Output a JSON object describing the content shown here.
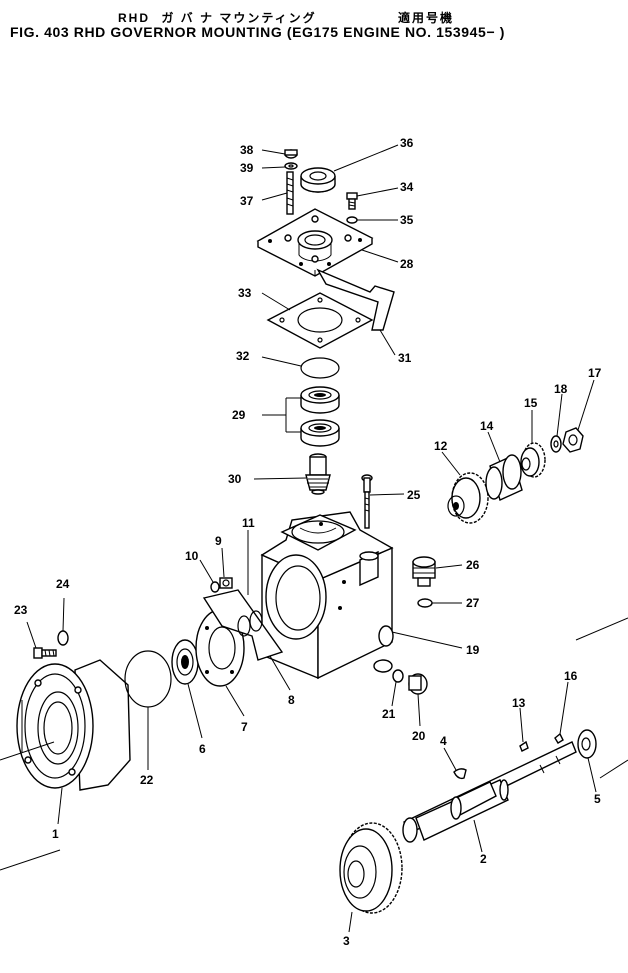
{
  "header": {
    "line1_prefix": "RHD",
    "line1_kana": "ガ バ ナ マウンティング",
    "line1_applicability": "適用号機",
    "line2": "FIG. 403  RHD GOVERNOR MOUNTING (EG175 ENGINE NO. 153945− )"
  },
  "labels": {
    "p1": "1",
    "p2": "2",
    "p3": "3",
    "p4": "4",
    "p5": "5",
    "p6": "6",
    "p7": "7",
    "p8": "8",
    "p9": "9",
    "p10": "10",
    "p11": "11",
    "p12": "12",
    "p13": "13",
    "p14": "14",
    "p15": "15",
    "p16": "16",
    "p17": "17",
    "p18": "18",
    "p19": "19",
    "p20": "20",
    "p21": "21",
    "p22": "22",
    "p23": "23",
    "p24": "24",
    "p25": "25",
    "p26": "26",
    "p27": "27",
    "p28": "28",
    "p29": "29",
    "p30": "30",
    "p31": "31",
    "p32": "32",
    "p33": "33",
    "p34": "34",
    "p35": "35",
    "p36": "36",
    "p37": "37",
    "p38": "38",
    "p39": "39"
  }
}
